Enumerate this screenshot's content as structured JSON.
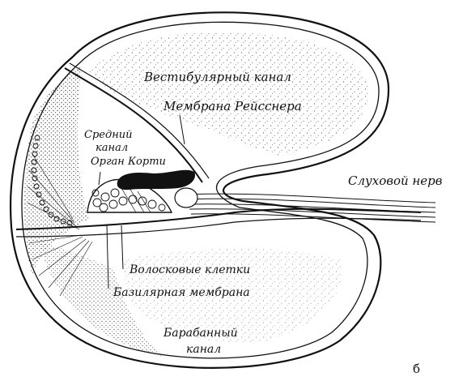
{
  "figure": {
    "ink_color": "#111111",
    "background": "#ffffff",
    "labels": {
      "vestibular_canal": "Вестибулярный канал",
      "reissner_membrane": "Мембрана Рейсснера",
      "middle_canal_line1": "Средний",
      "middle_canal_line2": "канал",
      "organ_of_corti": "Орган Корти",
      "auditory_nerve": "Слуховой нерв",
      "hair_cells": "Волосковые клетки",
      "basilar_membrane": "Базилярная мембрана",
      "tympanic_canal_line1": "Барабанный",
      "tympanic_canal_line2": "канал",
      "panel_letter": "б"
    }
  }
}
